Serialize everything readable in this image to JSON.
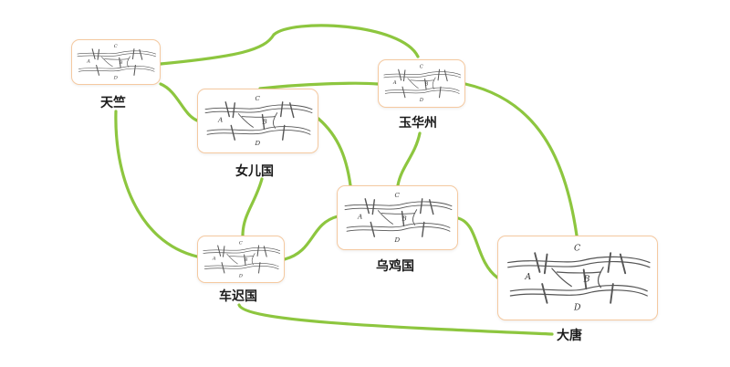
{
  "diagram": {
    "edge_color": "#8dc63f",
    "card_border_color": "#f5c9a0",
    "nodes": [
      {
        "id": "tianzhu",
        "label": "天竺"
      },
      {
        "id": "nverguo",
        "label": "女儿国"
      },
      {
        "id": "yuhuazhou",
        "label": "玉华州"
      },
      {
        "id": "wujiguo",
        "label": "乌鸡国"
      },
      {
        "id": "chechiguo",
        "label": "车迟国"
      },
      {
        "id": "datang",
        "label": "大唐"
      }
    ],
    "edges": [
      [
        "tianzhu",
        "yuhuazhou"
      ],
      [
        "tianzhu",
        "nverguo"
      ],
      [
        "tianzhu",
        "chechiguo"
      ],
      [
        "nverguo",
        "yuhuazhou"
      ],
      [
        "nverguo",
        "wujiguo"
      ],
      [
        "nverguo",
        "chechiguo"
      ],
      [
        "yuhuazhou",
        "wujiguo"
      ],
      [
        "yuhuazhou",
        "datang"
      ],
      [
        "wujiguo",
        "chechiguo"
      ],
      [
        "wujiguo",
        "datang"
      ],
      [
        "chechiguo",
        "datang"
      ]
    ],
    "card_sketch": {
      "caption": "Königsberg bridges sketch",
      "region_letters": [
        "A",
        "B",
        "C",
        "D"
      ]
    }
  }
}
